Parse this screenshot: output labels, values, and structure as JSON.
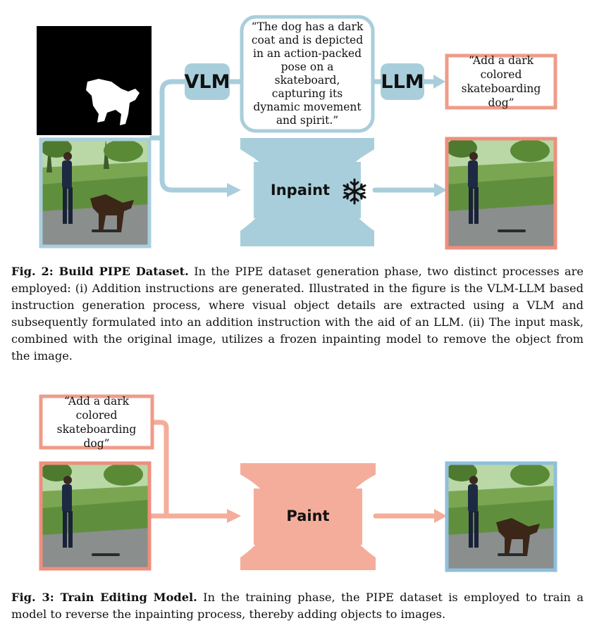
{
  "fig2": {
    "vlm_label": "VLM",
    "llm_label": "LLM",
    "inpaint_label": "Inpaint",
    "freeze_icon": "snowflake-icon",
    "vlm_output_text": "“The dog has a dark coat and is depicted in an action-packed pose on a skateboard, capturing its dynamic movement and spirit.”",
    "instruction_text": "“Add a dark colored skateboarding dog”",
    "caption_label": "Fig. 2: Build PIPE Dataset.",
    "caption_body": " In the PIPE dataset generation phase, two distinct processes are employed: (i) Addition instructions are generated. Illustrated in the figure is the VLM-LLM based instruction generation process, where visual object details are extracted using a VLM and subsequently formulated into an addition instruction with the aid of an LLM. (ii) The input mask, combined with the original image, utilizes a frozen inpainting model to remove the object from the image."
  },
  "fig3": {
    "instruction_text": "“Add a dark colored skateboarding dog”",
    "paint_label": "Paint",
    "caption_label": "Fig. 3: Train Editing Model.",
    "caption_body": " In the training phase, the PIPE dataset is employed to train a model to reverse the inpainting process, thereby adding objects to images."
  },
  "colors": {
    "blue": "#a9cedb",
    "blue_border": "#8fbfdc",
    "salmon": "#f4ad9a",
    "salmon_border": "#ee8f7e"
  }
}
